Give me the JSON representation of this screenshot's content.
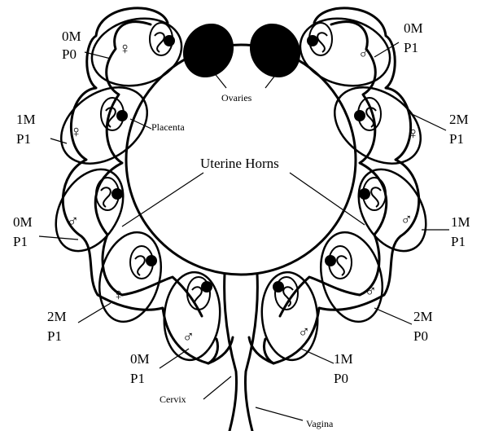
{
  "labels": {
    "ovaries": "Ovaries",
    "placenta": "Placenta",
    "uterine_horns": "Uterine Horns",
    "cervix": "Cervix",
    "vagina": "Vagina"
  },
  "fetuses": [
    {
      "id": "L1",
      "m": "0M",
      "p": "P0",
      "sex": "♀"
    },
    {
      "id": "L2",
      "m": "1M",
      "p": "P1",
      "sex": "♀"
    },
    {
      "id": "L3",
      "m": "0M",
      "p": "P1",
      "sex": "♂"
    },
    {
      "id": "L4",
      "m": "2M",
      "p": "P1",
      "sex": "♀"
    },
    {
      "id": "L5",
      "m": "0M",
      "p": "P1",
      "sex": "♂"
    },
    {
      "id": "R1",
      "m": "0M",
      "p": "P1",
      "sex": "♂"
    },
    {
      "id": "R2",
      "m": "2M",
      "p": "P1",
      "sex": "♀"
    },
    {
      "id": "R3",
      "m": "1M",
      "p": "P1",
      "sex": "♂"
    },
    {
      "id": "R4",
      "m": "2M",
      "p": "P0",
      "sex": "♂"
    },
    {
      "id": "R5",
      "m": "1M",
      "p": "P0",
      "sex": "♂"
    }
  ]
}
